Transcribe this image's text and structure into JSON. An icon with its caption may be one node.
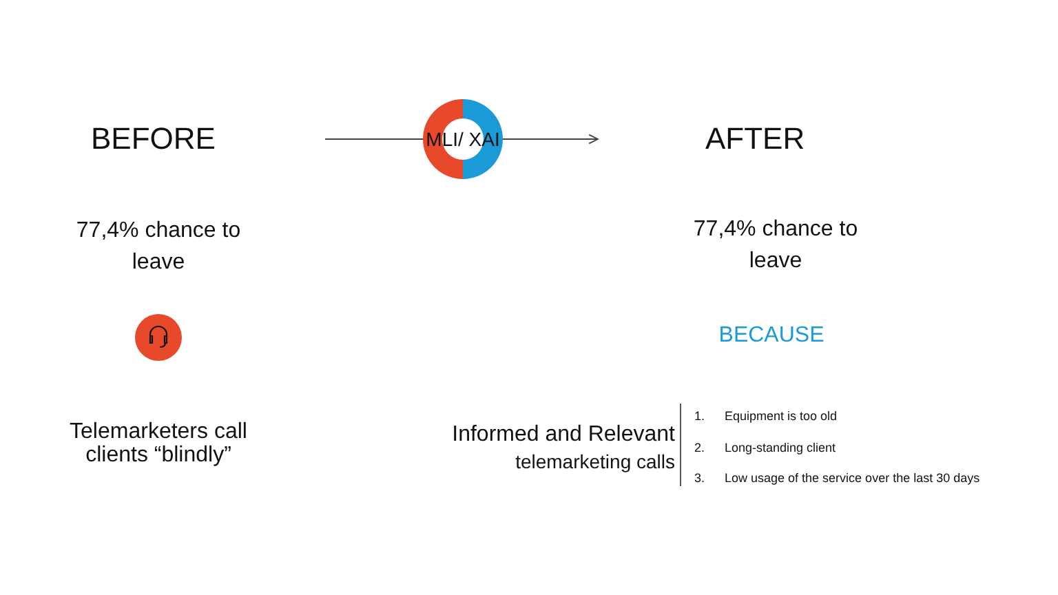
{
  "diagram": {
    "nodes": [
      {
        "text": [
          "BEFORE"
        ]
      },
      {
        "text": [
          "MLI/ XAI"
        ]
      },
      {
        "text": [
          "AFTER"
        ]
      }
    ],
    "edges": [
      {
        "from": null,
        "to": 1,
        "arrow": "none"
      },
      {
        "from": 1,
        "to": null,
        "arrow": "to"
      }
    ],
    "labels": [
      "77,4% chance to leave",
      "77,4% chance to leave",
      "BECAUSE",
      "Telemarketers call clients “blindly”",
      "Informed and Relevant",
      "telemarketing calls",
      "1.",
      "Equipment is too old",
      "2.",
      "Long-standing client",
      "3.",
      "Low usage of the service over the last 30 days"
    ]
  }
}
